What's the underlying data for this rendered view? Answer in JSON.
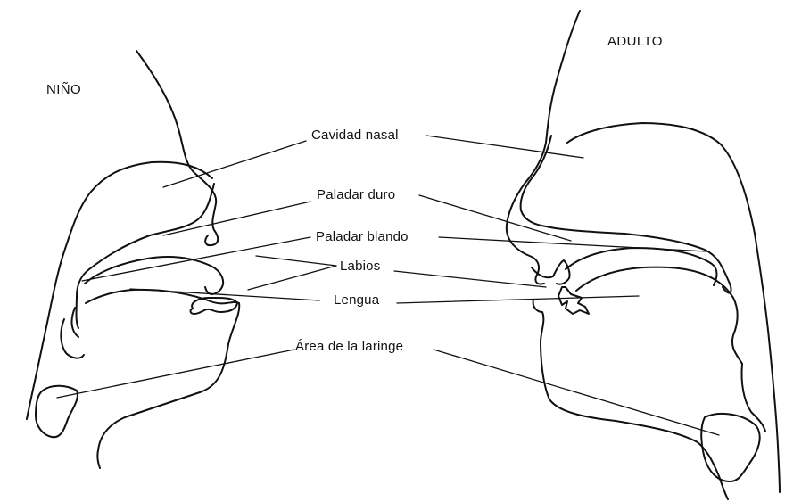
{
  "titles": {
    "child": "NIÑO",
    "adult": "ADULTO"
  },
  "labels": {
    "nasal_cavity": "Cavidad nasal",
    "hard_palate": "Paladar duro",
    "soft_palate": "Paladar blando",
    "lips": "Labios",
    "tongue": "Lengua",
    "larynx_area": "Área de la laringe"
  }
}
